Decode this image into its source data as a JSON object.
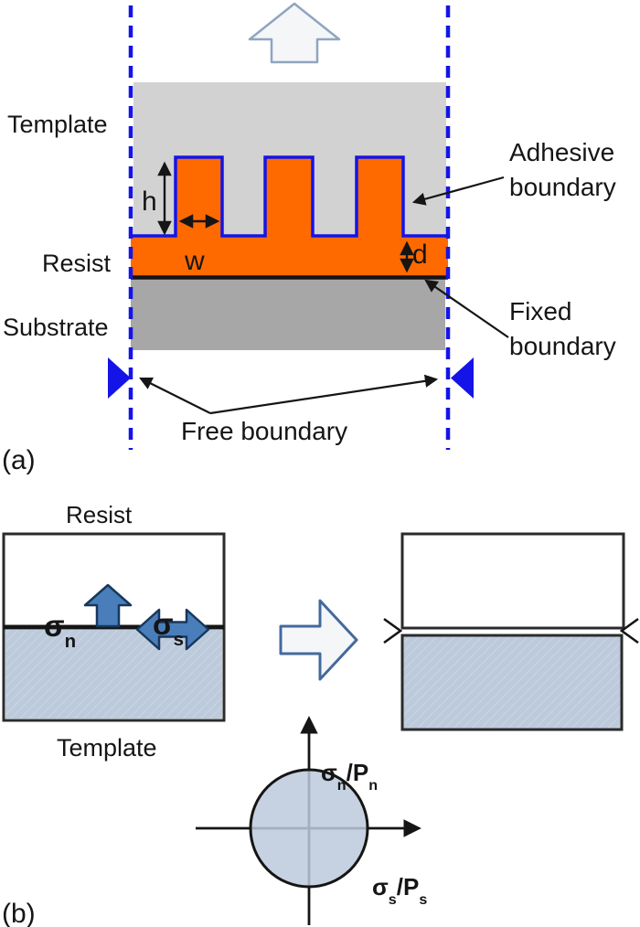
{
  "panel_a": {
    "tag": "(a)",
    "labels": {
      "template": "Template",
      "resist": "Resist",
      "substrate": "Substrate"
    },
    "dimensions": {
      "h": "h",
      "w": "w",
      "d": "d"
    },
    "annotations": {
      "adhesive_boundary": "Adhesive\nboundary",
      "fixed_boundary": "Fixed\nboundary",
      "free_boundary": "Free boundary"
    }
  },
  "panel_b": {
    "tag": "(b)",
    "labels": {
      "resist": "Resist",
      "template": "Template"
    },
    "stresses": {
      "sigma": "σ",
      "normal_sub": "n",
      "shear_sub": "s"
    },
    "axes": {
      "sigma": "σ",
      "slash_p": "/P",
      "normal_sub": "n",
      "shear_sub": "s"
    }
  },
  "colors": {
    "resist_orange": "#FF6A00",
    "boundary_blue": "#1414E8",
    "template_gray": "#D2D2D2",
    "substrate_gray": "#A7A7A7",
    "stress_arrow_blue": "#4A7EBB",
    "stress_arrow_outline": "#17375D",
    "panel_fill_blue": "#BCCADC",
    "big_arrow_fill": "#F4F6F8",
    "line_black": "#151515"
  }
}
